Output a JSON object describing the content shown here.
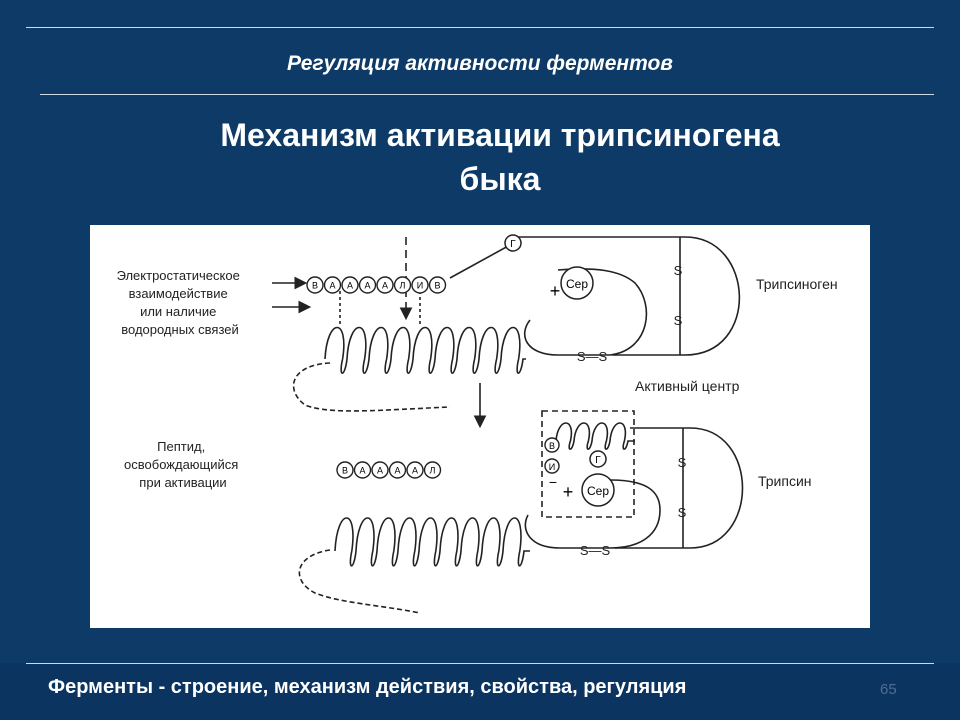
{
  "header": {
    "subtitle": "Регуляция активности ферментов",
    "title_line1": "Механизм активации трипсиногена",
    "title_line2": "быка"
  },
  "figure": {
    "labels": {
      "electrostatic": [
        "Электростатическое",
        "взаимодействие",
        "или наличие",
        "водородных связей"
      ],
      "trypsinogen": "Трипсиноген",
      "active_center": "Активный центр",
      "peptide": [
        "Пептид,",
        "освобождающийся",
        "при активации"
      ],
      "trypsin": "Трипсин",
      "ser": "Сер",
      "ss": "S—S",
      "s": "S",
      "plus": "+",
      "minus": "−"
    },
    "top_peptide_residues": [
      "В",
      "А",
      "А",
      "А",
      "А",
      "Л",
      "И",
      "В"
    ],
    "released_peptide_residues": [
      "В",
      "А",
      "А",
      "А",
      "А",
      "Л"
    ],
    "trypsin_bound_residues": [
      "В",
      "И"
    ],
    "g_residue": "Г"
  },
  "footer": {
    "text": "Ферменты - строение, механизм  действия,  свойства, регуляция",
    "page_number": "65"
  }
}
